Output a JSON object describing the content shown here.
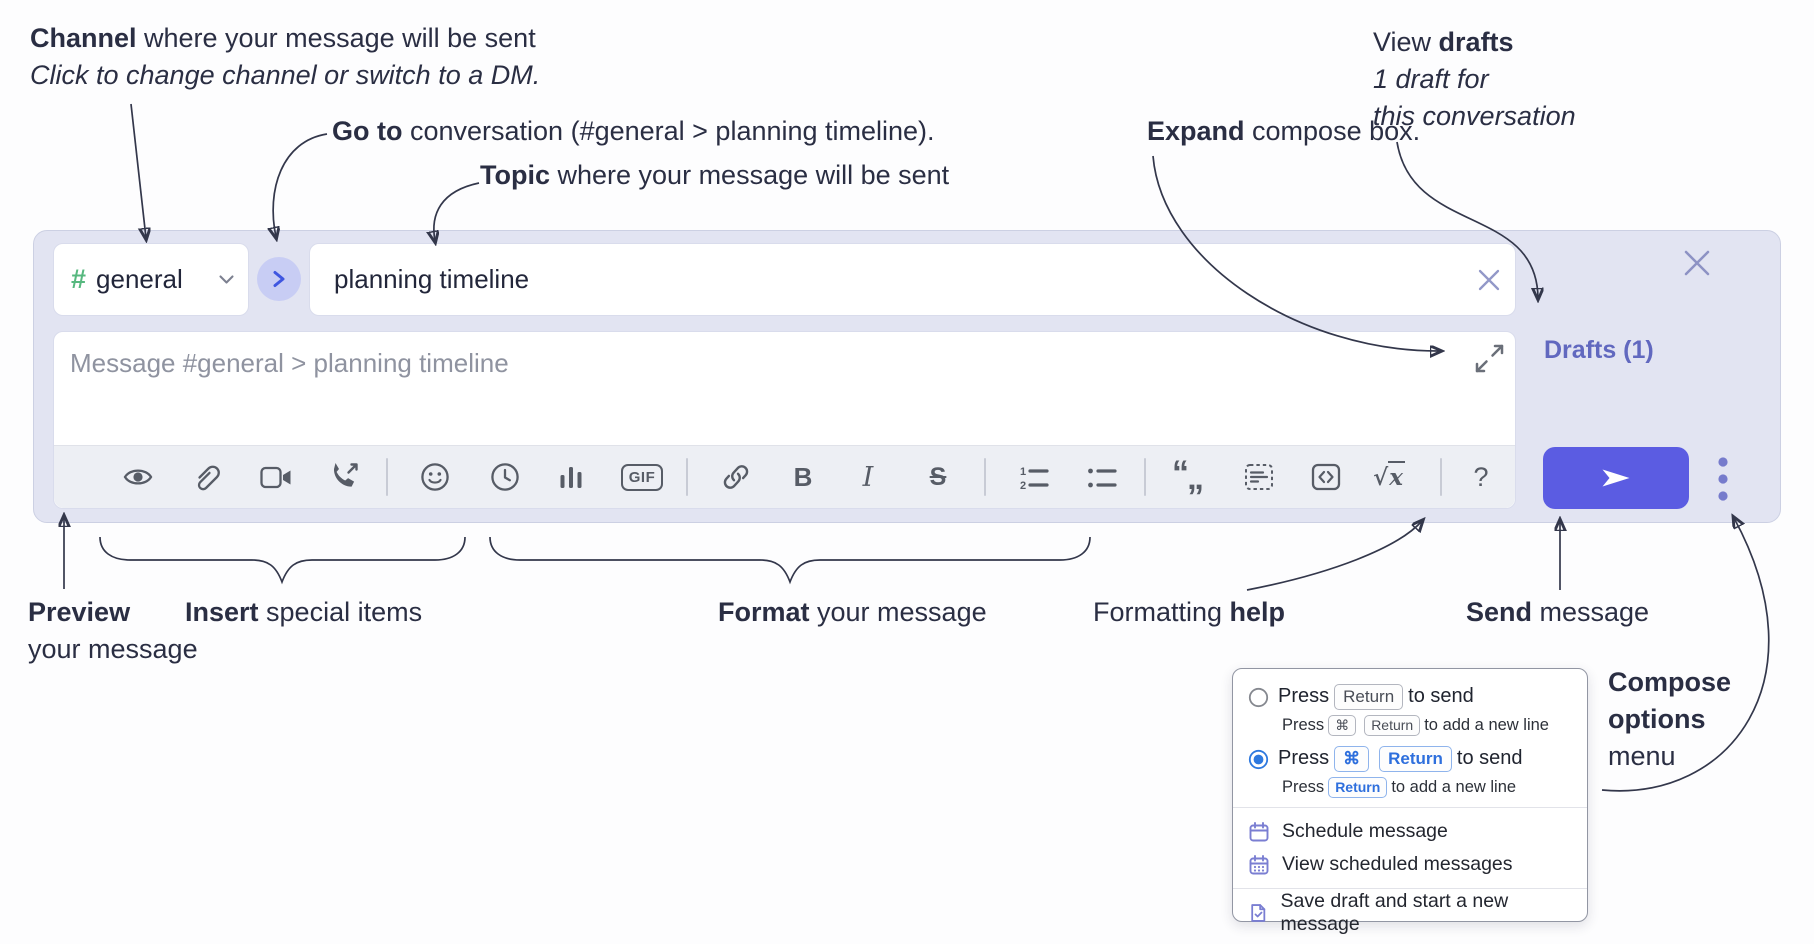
{
  "colors": {
    "compose_bg": "#e2e4f2",
    "accent_blurple": "#5b5ce2",
    "drafts_purple": "#6168bf",
    "menu_icon_purple": "#7a7ed2",
    "keycap_blue": "#2e6fdd",
    "channel_green": "#57b87f",
    "annotation_ink": "#2a2e43",
    "toolbar_icon_gray": "#575c66"
  },
  "annotations": {
    "channel": {
      "lines": [
        [
          {
            "t": "Channel",
            "b": true
          },
          {
            "t": " where your message will be sent"
          }
        ],
        [
          {
            "t": "Click to change channel or switch to a DM.",
            "i": true
          }
        ]
      ]
    },
    "goto": {
      "lines": [
        [
          {
            "t": "Go to",
            "b": true
          },
          {
            "t": " conversation (#general > planning timeline)."
          }
        ]
      ]
    },
    "topic": {
      "lines": [
        [
          {
            "t": "Topic",
            "b": true
          },
          {
            "t": " where your message will be sent"
          }
        ]
      ]
    },
    "expand": {
      "lines": [
        [
          {
            "t": "Expand",
            "b": true
          },
          {
            "t": " compose box."
          }
        ]
      ]
    },
    "view_drafts": {
      "lines": [
        [
          {
            "t": "View "
          },
          {
            "t": "drafts",
            "b": true
          }
        ],
        [
          {
            "t": "1 draft for",
            "i": true
          }
        ],
        [
          {
            "t": "this conversation",
            "i": true
          }
        ]
      ]
    },
    "preview": {
      "lines": [
        [
          {
            "t": "Preview",
            "b": true
          }
        ],
        [
          {
            "t": "your message"
          }
        ]
      ]
    },
    "insert": {
      "lines": [
        [
          {
            "t": "Insert",
            "b": true
          },
          {
            "t": " special items"
          }
        ]
      ]
    },
    "format": {
      "lines": [
        [
          {
            "t": "Format",
            "b": true
          },
          {
            "t": " your message"
          }
        ]
      ]
    },
    "help": {
      "lines": [
        [
          {
            "t": "Formatting "
          },
          {
            "t": "help",
            "b": true
          }
        ]
      ]
    },
    "send": {
      "lines": [
        [
          {
            "t": "Send",
            "b": true
          },
          {
            "t": " message"
          }
        ]
      ]
    },
    "compose_options": {
      "lines": [
        [
          {
            "t": "Compose",
            "b": true
          }
        ],
        [
          {
            "t": "options",
            "b": true
          }
        ],
        [
          {
            "t": "menu"
          }
        ]
      ]
    }
  },
  "composer": {
    "channel": {
      "hash": "#",
      "name": "general"
    },
    "topic_value": "planning timeline",
    "message_placeholder": "Message #general > planning timeline",
    "drafts_label": "Drafts (1)"
  },
  "toolbar": {
    "icons": [
      "preview-eye",
      "attach-file",
      "video-clip",
      "audio-call",
      "emoji",
      "recent",
      "poll",
      "gif",
      "link",
      "bold",
      "italic",
      "strikethrough",
      "ordered-list",
      "bulleted-list",
      "blockquote",
      "code-block",
      "inline-code",
      "formula",
      "formatting-help"
    ],
    "glyphs": {
      "bold": "B",
      "italic": "I",
      "strike": "S",
      "gif": "GIF",
      "sqrt": "√",
      "x": "x",
      "help": "?",
      "quote1": "“",
      "quote2": "„"
    }
  },
  "menu": {
    "options": [
      {
        "selected": false,
        "main": [
          {
            "t": "Press"
          },
          {
            "key": "Return"
          },
          {
            "t": "to send"
          }
        ],
        "sub": [
          {
            "t": "Press"
          },
          {
            "key": "⌘"
          },
          {
            "key": "Return"
          },
          {
            "t": "to add a new line"
          }
        ]
      },
      {
        "selected": true,
        "main": [
          {
            "t": "Press"
          },
          {
            "key": "⌘",
            "blue": true
          },
          {
            "key": "Return",
            "blue": true
          },
          {
            "t": "to send"
          }
        ],
        "sub": [
          {
            "t": "Press"
          },
          {
            "key": "Return",
            "blue": true
          },
          {
            "t": "to add a new line"
          }
        ]
      }
    ],
    "items": [
      {
        "label": "Schedule message"
      },
      {
        "label": "View scheduled messages"
      },
      {
        "label": "Save draft and start a new message"
      }
    ]
  }
}
